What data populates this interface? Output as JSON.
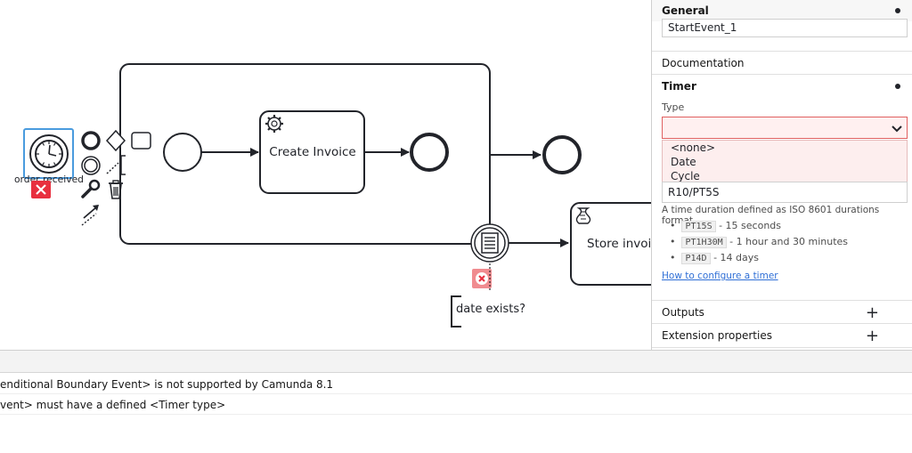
{
  "diagram": {
    "start_event_label": "order received",
    "task_create_label": "Create Invoice",
    "task_store_label": "Store invoice",
    "boundary_label": "date exists?"
  },
  "panel": {
    "general": {
      "title": "General",
      "id_value": "StartEvent_1"
    },
    "documentation": {
      "title": "Documentation"
    },
    "timer": {
      "title": "Timer",
      "type_label": "Type",
      "type_value": "",
      "options": [
        "<none>",
        "Date",
        "Cycle"
      ],
      "value": "R10/PT5S",
      "hint": "A time duration defined as ISO 8601 durations format.",
      "examples": [
        {
          "code": "PT15S",
          "text": "- 15 seconds"
        },
        {
          "code": "PT1H30M",
          "text": "- 1 hour and 30 minutes"
        },
        {
          "code": "P14D",
          "text": "- 14 days"
        }
      ],
      "link": "How to configure a timer"
    },
    "outputs": {
      "title": "Outputs"
    },
    "extension": {
      "title": "Extension properties"
    }
  },
  "problems": {
    "items": [
      "enditional Boundary Event> is not supported by Camunda 8.1",
      "vent> must have a defined <Timer type>"
    ]
  },
  "colors": {
    "selection": "#4a9bde",
    "error_red": "#e8303f",
    "select_border": "#e06060"
  }
}
